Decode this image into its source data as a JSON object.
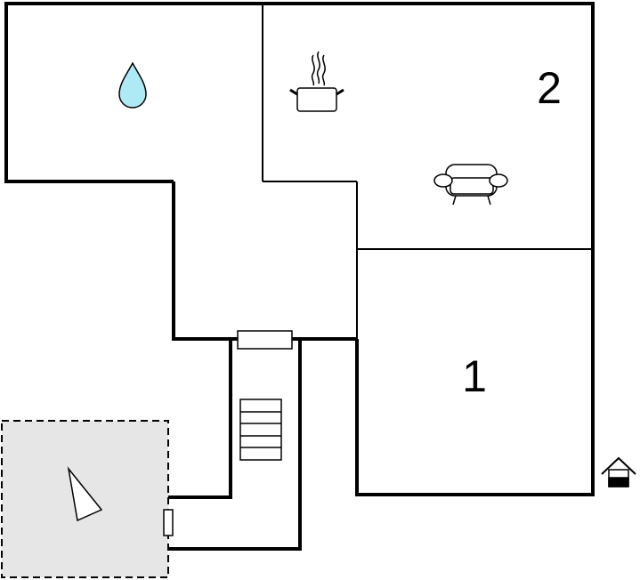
{
  "floor_plan": {
    "rooms": [
      {
        "id": "bathroom",
        "icon": "water-drop-icon"
      },
      {
        "id": "room-2",
        "label": "2",
        "icons": [
          "cooking-pot-icon",
          "sofa-icon"
        ]
      },
      {
        "id": "hall"
      },
      {
        "id": "room-1",
        "label": "1"
      },
      {
        "id": "corridor",
        "icons": [
          "stairs-icon"
        ]
      },
      {
        "id": "terrace",
        "icons": [
          "compass-north-icon"
        ]
      }
    ],
    "entrance_icon": "house-entrance-icon"
  },
  "colors": {
    "wall": "#000000",
    "water": "#aeeaf5",
    "terrace_fill": "#e6e6e6",
    "background": "#ffffff"
  }
}
